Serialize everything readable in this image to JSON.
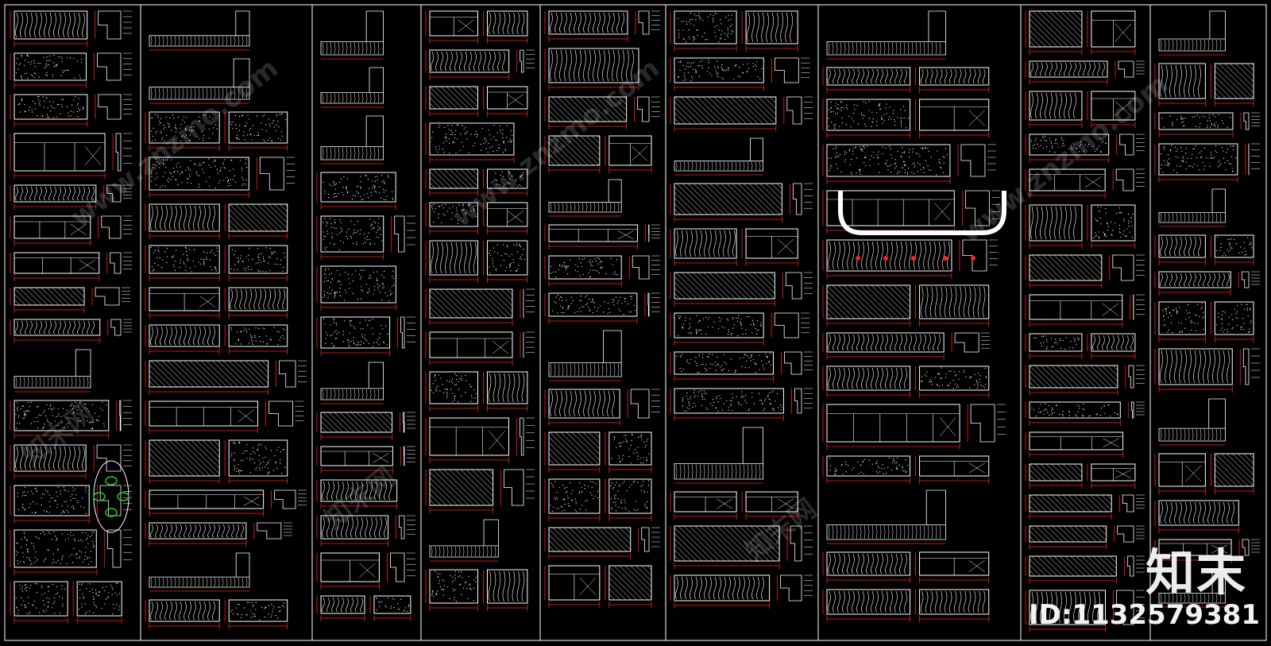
{
  "canvas": {
    "background": "#000000",
    "line_color": "#ffffff",
    "dim_color": "#ff2020",
    "accent_green": "#22cc22",
    "panel_count": 9
  },
  "watermark": {
    "logo_text": "知末",
    "id_text": "ID:1132579381",
    "diagonal_text": "www.znzmo.com",
    "diagonal_text_cn": "知末网"
  }
}
